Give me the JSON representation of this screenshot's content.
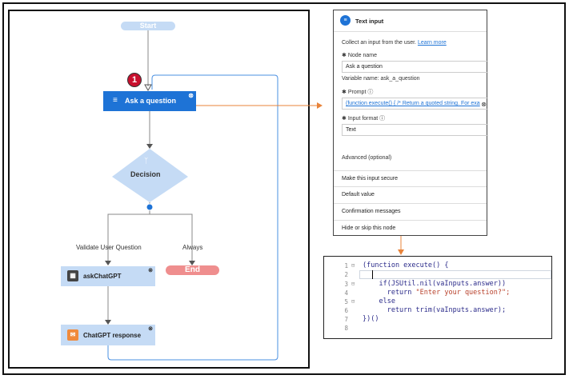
{
  "flow": {
    "start_label": "Start",
    "badge": "1",
    "ask_label": "Ask a question",
    "decision_label": "Decision",
    "edge_left": "Validate User Question",
    "edge_right": "Always",
    "end_label": "End",
    "askchat_label": "askChatGPT",
    "response_label": "ChatGPT response",
    "close_glyph": "⊗"
  },
  "panel": {
    "title": "Text input",
    "description": "Collect an input from the user.",
    "learn_more": "Learn more",
    "node_name_label": "Node name",
    "node_name_value": "Ask a question",
    "variable_name": "Variable name: ask_a_question",
    "prompt_label": "Prompt",
    "prompt_value": "(function execute() { /* Return a quoted string. For exa",
    "input_format_label": "Input format",
    "input_format_value": "Text",
    "advanced": "Advanced (optional)",
    "sections": [
      "Make this input secure",
      "Default value",
      "Confirmation messages",
      "Hide or skip this node"
    ],
    "required_mark": "✱",
    "info_glyph": "ⓘ"
  },
  "code": {
    "lines": [
      {
        "n": "1",
        "fold": "⊟",
        "text": "(function execute() {"
      },
      {
        "n": "2",
        "fold": "",
        "text": ""
      },
      {
        "n": "3",
        "fold": "⊟",
        "text": "    if(JSUtil.nil(vaInputs.answer))"
      },
      {
        "n": "4",
        "fold": "",
        "text": "      return ",
        "str": "\"Enter your question?\";"
      },
      {
        "n": "5",
        "fold": "⊟",
        "text": "    else"
      },
      {
        "n": "6",
        "fold": "",
        "text": "      return trim(vaInputs.answer);"
      },
      {
        "n": "7",
        "fold": "",
        "text": "})()"
      },
      {
        "n": "8",
        "fold": "",
        "text": ""
      }
    ]
  },
  "colors": {
    "primary": "#1e73d6",
    "node_light": "#c5dbf5",
    "end": "#ef8e8e",
    "arrow": "#e8833a",
    "badge": "#c8102e"
  }
}
